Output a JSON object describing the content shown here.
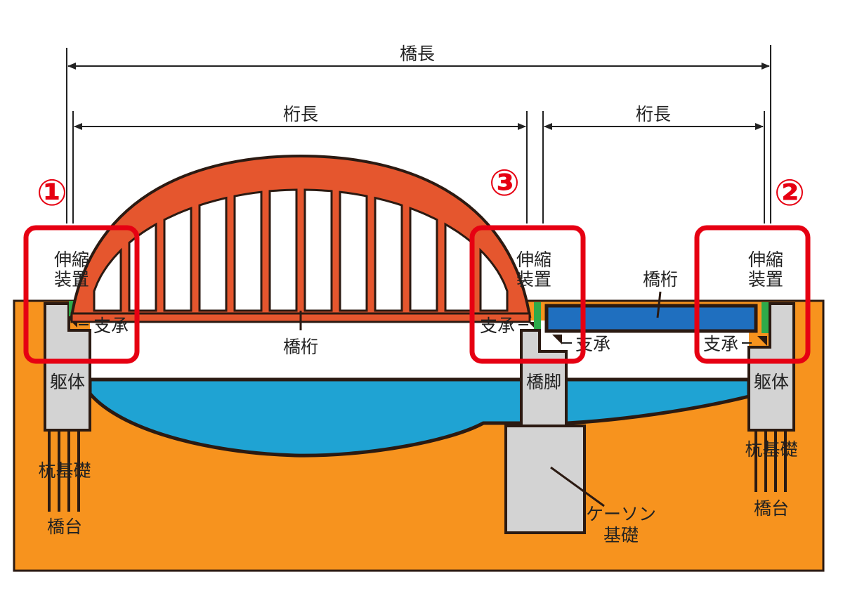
{
  "dimensions": {
    "bridge_length": "橋長",
    "girder_length_left": "桁長",
    "girder_length_right": "桁長"
  },
  "markers": {
    "left": "①",
    "right": "②",
    "center": "③"
  },
  "labels": {
    "expansion_left_1": "伸縮",
    "expansion_left_2": "装置",
    "expansion_center_1": "伸縮",
    "expansion_center_2": "装置",
    "expansion_right_1": "伸縮",
    "expansion_right_2": "装置",
    "bearing_left": "支承",
    "bearing_center_left": "支承",
    "bearing_center_right": "支承",
    "bearing_right": "支承",
    "girder_arch": "橋桁",
    "girder_right": "橋桁",
    "body_left": "躯体",
    "body_right": "躯体",
    "pier": "橋脚",
    "pile_left": "杭基礎",
    "pile_right": "杭基礎",
    "abutment_left": "橋台",
    "abutment_right": "橋台",
    "caisson_1": "ケーソン",
    "caisson_2": "基礎"
  },
  "colors": {
    "ground": "#f7931e",
    "water": "#1fa3d3",
    "arch": "#e5562e",
    "girder_right": "#1f6fbf",
    "concrete": "#d3d3d3",
    "expansion_device": "#2eaa4a",
    "highlight": "#e60012",
    "outline": "#2b1a12"
  }
}
